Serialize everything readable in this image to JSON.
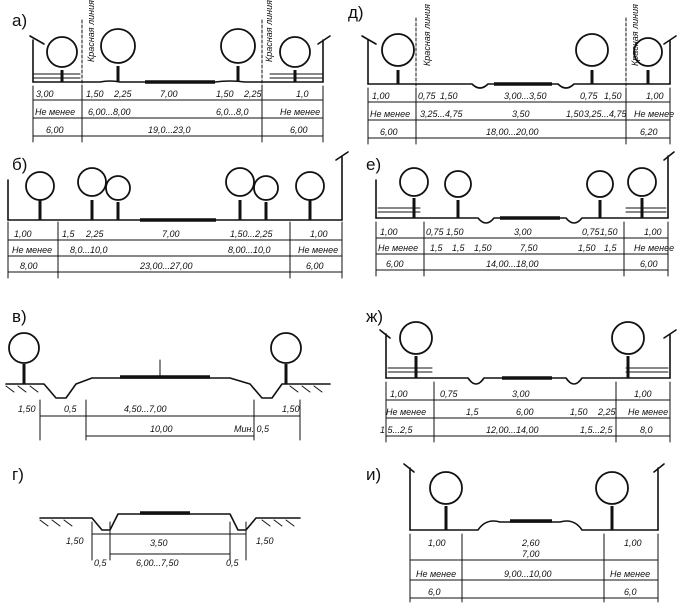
{
  "panels": [
    {
      "id": "a",
      "label": "а)",
      "red_line": "Красная линия",
      "dims_top": [
        "3,00",
        "1,50",
        "2,25",
        "7,00",
        "1,50",
        "2,25",
        "1,0"
      ],
      "dims_mid": [
        "Не менее",
        "6,00...8,00",
        "6,0...8,0",
        "Не менее"
      ],
      "dims_bot": [
        "6,00",
        "19,0...23,0",
        "6,00"
      ]
    },
    {
      "id": "b",
      "label": "б)",
      "dims_top": [
        "1,00",
        "1,5",
        "2,25",
        "7,00",
        "1,50...2,25",
        "1,00"
      ],
      "dims_mid": [
        "Не менее",
        "8,0...10,0",
        "8,00...10,0",
        "Не менее"
      ],
      "dims_bot": [
        "8,00",
        "23,00...27,00",
        "6,00"
      ]
    },
    {
      "id": "v",
      "label": "в)",
      "dims_top": [
        "1,50",
        "0,5",
        "4,50...7,00",
        "1,50"
      ],
      "dims_bot": [
        "10,00",
        "Мин. 0,5"
      ]
    },
    {
      "id": "g",
      "label": "г)",
      "dims_top": [
        "1,50",
        "3,50",
        "1,50"
      ],
      "dims_bot": [
        "0,5",
        "6,00...7,50",
        "0,5"
      ]
    },
    {
      "id": "d",
      "label": "д)",
      "red_line": "Красная линия",
      "dims_top": [
        "1,00",
        "0,75",
        "1,50",
        "3,00...3,50",
        "0,75",
        "1,50",
        "1,00"
      ],
      "dims_mid": [
        "Не менее",
        "3,25...4,75",
        "3,50",
        "1,50",
        "3,25...4,75",
        "Не менее"
      ],
      "dims_bot": [
        "6,00",
        "18,00...20,00",
        "6,20"
      ]
    },
    {
      "id": "e",
      "label": "е)",
      "dims_top": [
        "1,00",
        "0,75",
        "1,50",
        "3,00",
        "0,75",
        "1,50",
        "1,00"
      ],
      "dims_mid": [
        "Не менее",
        "1,5",
        "1,5",
        "1,50",
        "7,50",
        "1,50",
        "1,5",
        "Не менее"
      ],
      "dims_bot": [
        "6,00",
        "14,00...18,00",
        "6,00"
      ]
    },
    {
      "id": "zh",
      "label": "ж)",
      "dims_top": [
        "1,00",
        "0,75",
        "3,00",
        "1,00"
      ],
      "dims_mid": [
        "Не менее",
        "1,5",
        "6,00",
        "1,50",
        "2,25",
        "Не менее"
      ],
      "dims_bot": [
        "1,5...2,5",
        "12,00...14,00",
        "1,5...2,5",
        "8,0"
      ]
    },
    {
      "id": "i",
      "label": "и)",
      "dims_top": [
        "1,00",
        "2,60",
        "1,00"
      ],
      "dims_mid": [
        "7,00"
      ],
      "dims_bot": [
        "Не менее",
        "9,00...10,00",
        "Не менее"
      ],
      "dims_end": [
        "6,0",
        "6,0"
      ]
    }
  ]
}
